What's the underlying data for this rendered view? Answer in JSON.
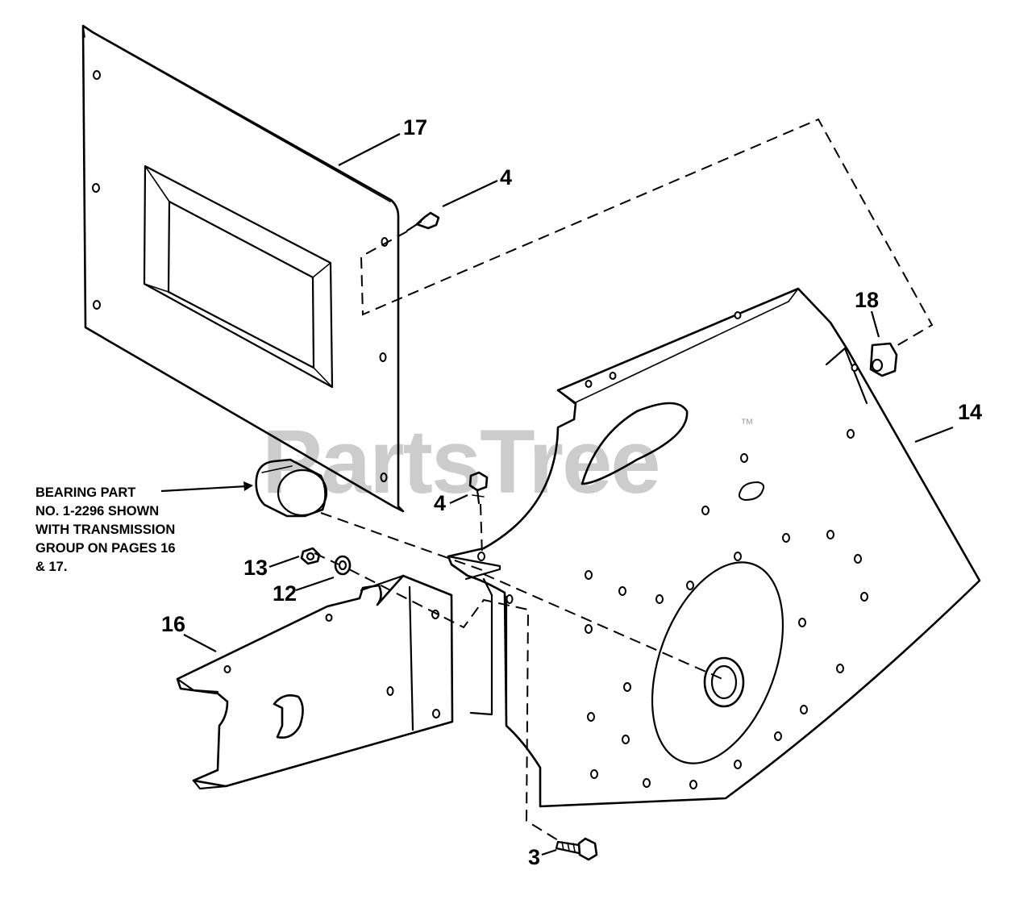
{
  "callouts": {
    "c17": "17",
    "c4a": "4",
    "c18": "18",
    "c14": "14",
    "c4b": "4",
    "c13": "13",
    "c12": "12",
    "c16": "16",
    "c3": "3"
  },
  "note": {
    "line1": "BEARING PART",
    "line2": "NO. 1-2296 SHOWN",
    "line3": "WITH TRANSMISSION",
    "line4": "GROUP ON PAGES 16",
    "line5": "& 17."
  },
  "watermark": {
    "text": "PartsTree",
    "trademark": "™"
  },
  "colors": {
    "ink": "#000000",
    "background": "#ffffff"
  }
}
